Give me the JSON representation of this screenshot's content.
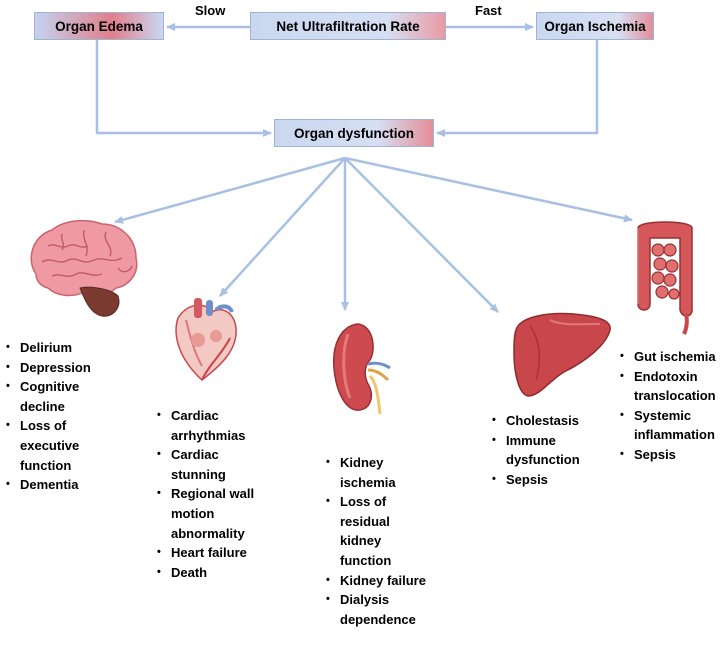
{
  "boxes": {
    "edema": "Organ Edema",
    "rate": "Net Ultrafiltration Rate",
    "ischemia": "Organ Ischemia",
    "dysfunction": "Organ dysfunction"
  },
  "arrow_labels": {
    "slow": "Slow",
    "fast": "Fast"
  },
  "organs": {
    "brain": {
      "icon": "brain-icon",
      "lines": [
        "Delirium",
        "Depression",
        "Cognitive",
        "decline",
        "Loss of",
        "executive",
        "function",
        "Dementia"
      ],
      "bullets": [
        true,
        true,
        true,
        false,
        true,
        false,
        false,
        true
      ]
    },
    "heart": {
      "icon": "heart-icon",
      "lines": [
        "Cardiac",
        "arrhythmias",
        "Cardiac",
        "stunning",
        "Regional wall",
        "motion",
        "abnormality",
        "Heart failure",
        "Death"
      ],
      "bullets": [
        true,
        false,
        true,
        false,
        true,
        false,
        false,
        true,
        true
      ]
    },
    "kidney": {
      "icon": "kidney-icon",
      "lines": [
        "Kidney",
        "ischemia",
        "Loss of",
        "residual",
        "kidney",
        "function",
        "Kidney failure",
        "Dialysis",
        "dependence"
      ],
      "bullets": [
        true,
        false,
        true,
        false,
        false,
        false,
        true,
        true,
        false
      ]
    },
    "liver": {
      "icon": "liver-icon",
      "lines": [
        "Cholestasis",
        "Immune",
        "dysfunction",
        "Sepsis"
      ],
      "bullets": [
        true,
        true,
        false,
        true
      ]
    },
    "intestine": {
      "icon": "intestine-icon",
      "lines": [
        "Gut ischemia",
        "Endotoxin",
        "translocation",
        "Systemic",
        "inflammation",
        "Sepsis"
      ],
      "bullets": [
        true,
        true,
        false,
        true,
        false,
        true
      ]
    }
  },
  "colors": {
    "arrow": "#a7c0e3",
    "organ_red": "#c9474a",
    "brain_pink": "#ef9aa3"
  }
}
